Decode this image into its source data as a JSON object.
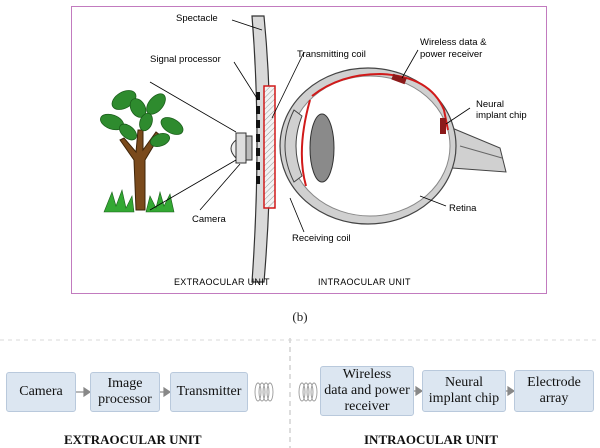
{
  "figure_b": {
    "labels": {
      "spectacle": "Spectacle",
      "signal_processor": "Signal processor",
      "transmitting_coil": "Transmitting coil",
      "wireless_receiver_line1": "Wireless data &",
      "wireless_receiver_line2": "power receiver",
      "neural_chip_line1": "Neural",
      "neural_chip_line2": "implant chip",
      "camera": "Camera",
      "receiving_coil": "Receiving coil",
      "retina": "Retina",
      "extraocular_unit": "EXTRAOCULAR UNIT",
      "intraocular_unit": "INTRAOCULAR UNIT"
    },
    "caption": "(b)"
  },
  "block_diagram": {
    "camera": "Camera",
    "image_processor_line1": "Image",
    "image_processor_line2": "processor",
    "transmitter": "Transmitter",
    "wireless_line1": "Wireless",
    "wireless_line2": "data and power",
    "wireless_line3": "receiver",
    "neural_line1": "Neural",
    "neural_line2": "implant chip",
    "electrode_line1": "Electrode",
    "electrode_line2": "array",
    "extraocular_label": "EXTRAOCULAR UNIT",
    "intraocular_label": "INTRAOCULAR UNIT"
  },
  "colors": {
    "frame_border": "#c27bbf",
    "block_fill": "#dce6f1",
    "coil_red": "#d11a1a",
    "leaf_green": "#2e8b2e",
    "trunk_brown": "#7a4a1c"
  }
}
